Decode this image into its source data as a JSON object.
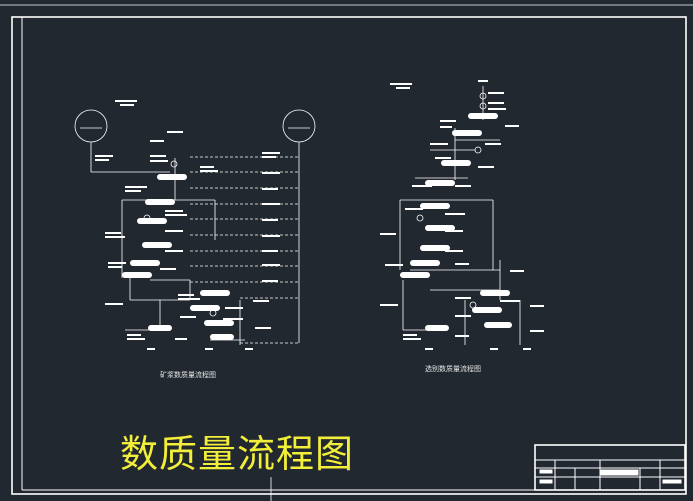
{
  "drawing": {
    "left_diagram_caption": "矿浆数质量流程图",
    "right_diagram_caption": "选别数质量流程图",
    "main_title": "数质量流程图"
  },
  "colors": {
    "background": "#212830",
    "lines": "#ffffff",
    "title": "#f2ee3a"
  }
}
